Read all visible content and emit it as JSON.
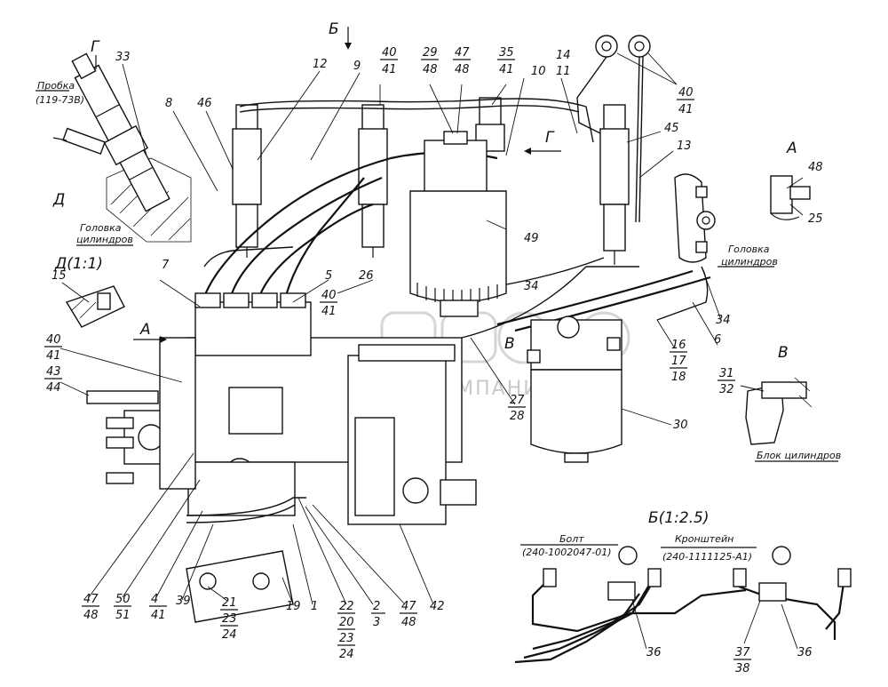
{
  "views": {
    "B_top": "Б",
    "G_top": "Г",
    "G_right": "Г",
    "D_detail": "Д(1:1)",
    "D_side": "Д",
    "A_arrow": "А",
    "A_detail": "А",
    "V_arrow": "В",
    "V_detail": "В",
    "B_detail": "Б(1:2.5)"
  },
  "labels": {
    "plug_name": "Пробка",
    "plug_code": "(119-73В)",
    "cyl_head_left_1": "Головка",
    "cyl_head_left_2": "цилиндров",
    "cyl_head_right_1": "Головка",
    "cyl_head_right_2": "цилиндров",
    "block": "Блок цилиндров",
    "bolt_name": "Болт",
    "bolt_code": "(240-1002047-01)",
    "bracket_name": "Кронштейн",
    "bracket_code": "(240-1111125-А1)"
  },
  "watermark": "ГРУППА КОМПАНИЙ",
  "callouts": {
    "c33": "33",
    "c12": "12",
    "c9": "9",
    "c40a": "40",
    "c41a": "41",
    "c29": "29",
    "c48a": "48",
    "c47a": "47",
    "c48b": "48",
    "c35": "35",
    "c41b": "41",
    "c10": "10",
    "c14": "14",
    "c11": "11",
    "c40b": "40",
    "c41c": "41",
    "c45": "45",
    "c13": "13",
    "c8": "8",
    "c46": "46",
    "c49": "49",
    "c48c": "48",
    "c25": "25",
    "c15": "15",
    "c7": "7",
    "c5": "5",
    "c26": "26",
    "c40c": "40",
    "c41d": "41",
    "c34a": "34",
    "c34b": "34",
    "c6": "6",
    "c16": "16",
    "c17": "17",
    "c18": "18",
    "c40d": "40",
    "c41e": "41",
    "c43": "43",
    "c44": "44",
    "c27": "27",
    "c28": "28",
    "c30": "30",
    "c31": "31",
    "c32": "32",
    "c47b": "47",
    "c48d": "48",
    "c50": "50",
    "c51": "51",
    "c4": "4",
    "c41f": "41",
    "c39": "39",
    "c21": "21",
    "c23a": "23",
    "c24a": "24",
    "c19": "19",
    "c1": "1",
    "c22": "22",
    "c20": "20",
    "c23b": "23",
    "c24b": "24",
    "c2": "2",
    "c3": "3",
    "c47c": "47",
    "c48e": "48",
    "c42": "42",
    "c36a": "36",
    "c37": "37",
    "c38": "38",
    "c36b": "36"
  }
}
